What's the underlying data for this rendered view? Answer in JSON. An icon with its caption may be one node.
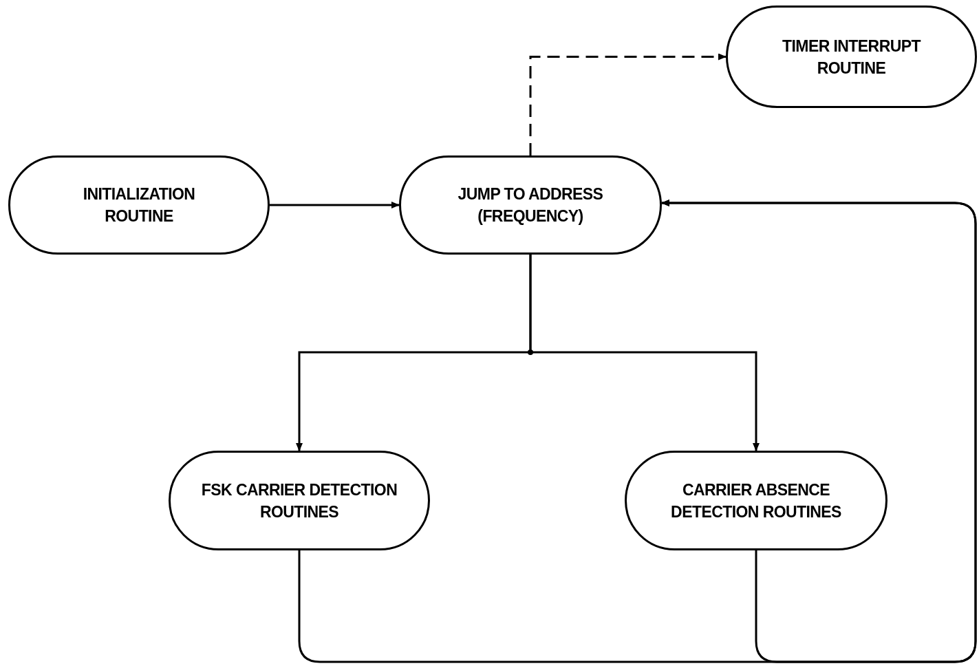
{
  "diagram": {
    "nodes": [
      {
        "text": [
          "TIMER INTERRUPT ROUTINE"
        ]
      },
      {
        "text": [
          "INITIALIZATION ROUTINE"
        ]
      },
      {
        "text": [
          "JUMP TO ADDRESS (FREQUENCY)"
        ]
      },
      {
        "text": [
          "FSK CARRIER DETECTION ROUTINES"
        ]
      },
      {
        "text": [
          "CARRIER ABSENCE DETECTION ROUTINES"
        ]
      }
    ],
    "edges": [
      {
        "from": 1,
        "to": 2,
        "arrow": "to"
      },
      {
        "from": 2,
        "to": 0,
        "arrow": "to",
        "style": "dashed"
      },
      {
        "from": 2,
        "to": 3,
        "arrow": "to"
      },
      {
        "from": 2,
        "to": 4,
        "arrow": "to"
      },
      {
        "from": 3,
        "to": 2,
        "arrow": "to"
      },
      {
        "from": 4,
        "to": 2,
        "arrow": "to"
      }
    ]
  }
}
